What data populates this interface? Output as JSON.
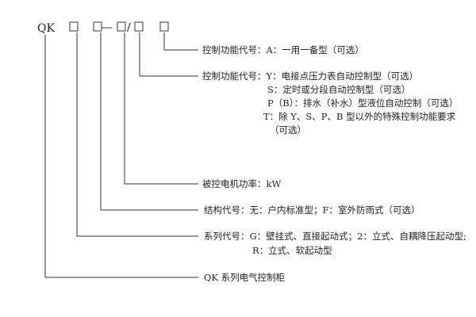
{
  "code": {
    "prefix": "QK",
    "dash": "—",
    "slash": "/"
  },
  "descriptions": {
    "control_a": "控制功能代号：A：一用一备型（可选）",
    "control_y": "控制功能代号：Y：电接点压力表自动控制型（可选）",
    "control_s": "S：定时或分段自动控制型（可选）",
    "control_p": "P（B）：排水（补水）型液位自动控制（可选）",
    "control_t": "T：除 Y、S、P、B 型以外的特殊控制功能要求",
    "control_t_opt": "（可选）",
    "power": "被控电机功率：kW",
    "structure": "结构代号：无：户内标准型；F：室外防雨式（可选）",
    "series_1": "系列代号：G：壁挂式、直接起动式；2：立式、自耦降压起动型;",
    "series_2": "R：立式、软起动型",
    "product": "QK 系列电气控制柜"
  }
}
